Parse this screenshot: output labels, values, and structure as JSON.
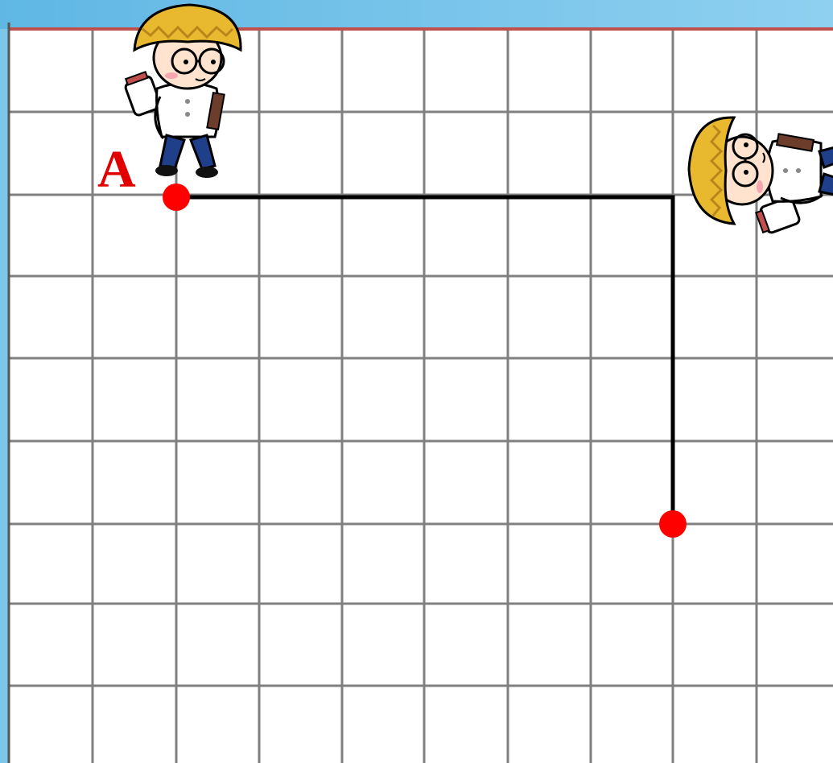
{
  "diagram": {
    "point_labels": [
      {
        "id": "A",
        "text": "A"
      }
    ],
    "colors": {
      "banner_top": "#5fb7e4",
      "banner_bottom": "#8fd0f0",
      "top_border": "#c0504d",
      "grid_line": "#808080",
      "path_line": "#000000",
      "point_marker": "#ff0000",
      "label_text": "#e00000"
    },
    "figures": [
      {
        "name": "student-walking-figure",
        "icon": "cartoon-boy-walking-icon"
      },
      {
        "name": "student-rotated-figure",
        "icon": "cartoon-boy-rotated-icon"
      }
    ],
    "path_description_steps": [
      {
        "direction": "right",
        "squares": 6
      },
      {
        "direction": "down",
        "squares": 4
      }
    ]
  }
}
